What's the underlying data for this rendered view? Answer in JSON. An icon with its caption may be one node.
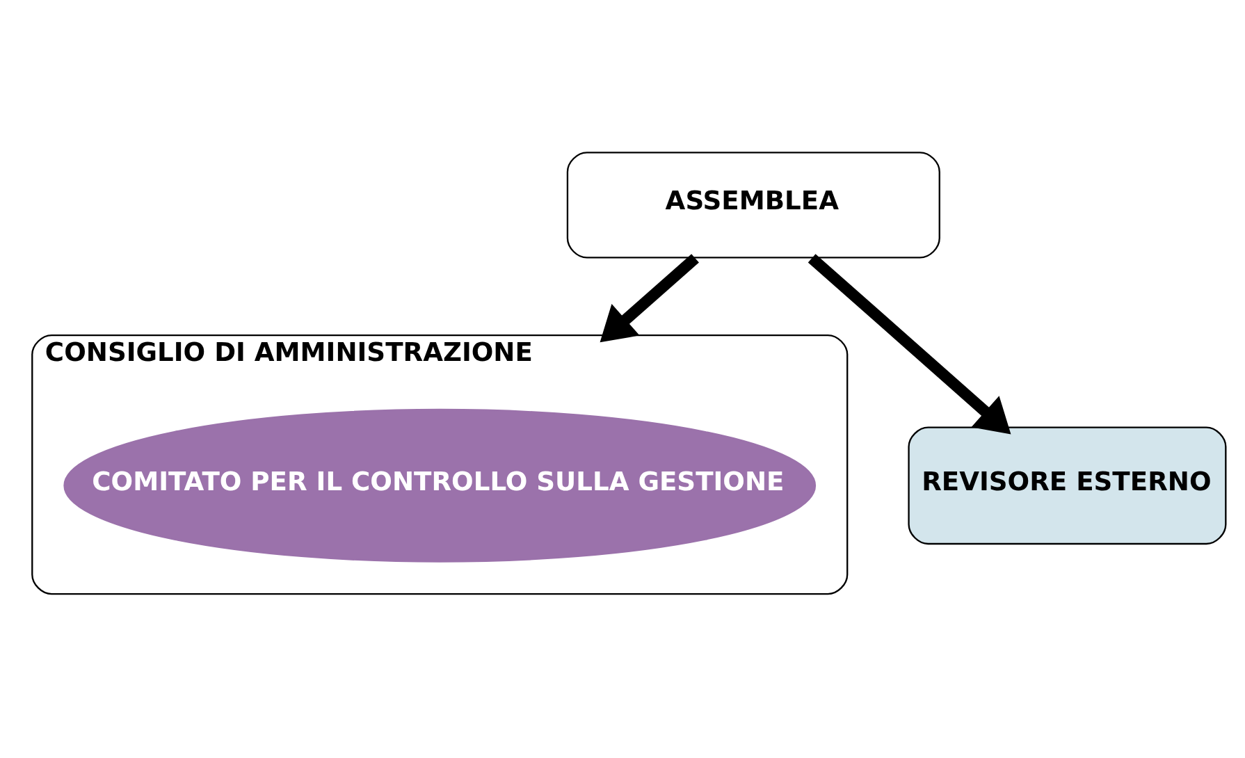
{
  "diagram": {
    "nodes": [
      {
        "text": [
          "ASSEMBLEA"
        ]
      },
      {
        "text": [
          "CONSIGLIO DI AMMINISTRAZIONE"
        ]
      },
      {
        "text": [
          "COMITATO PER IL CONTROLLO SULLA GESTIONE"
        ],
        "in": 1
      },
      {
        "text": [
          "REVISORE ESTERNO"
        ]
      }
    ],
    "edges": [
      {
        "from": 0,
        "to": 1,
        "arrow": "to"
      },
      {
        "from": 0,
        "to": 3,
        "arrow": "to"
      }
    ]
  }
}
